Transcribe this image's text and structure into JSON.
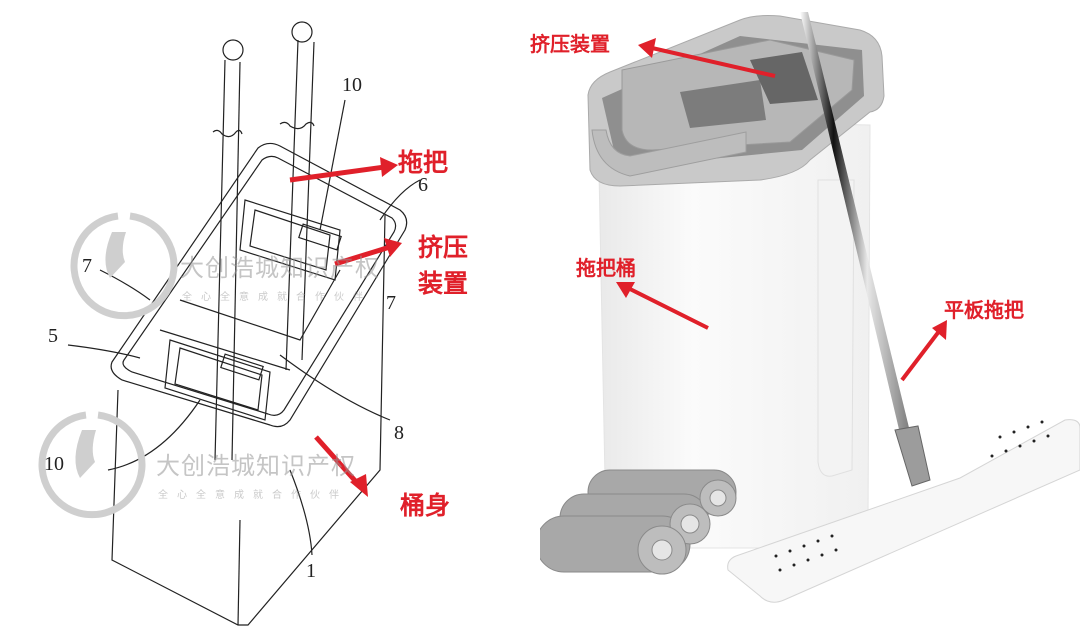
{
  "left_diagram": {
    "title": "patent-drawing",
    "part_numbers": {
      "handle_top": "10",
      "label_6": "6",
      "label_7_left": "7",
      "label_7_right": "7",
      "label_5": "5",
      "label_8": "8",
      "label_10_bottom": "10",
      "label_1": "1"
    },
    "annotations": {
      "mop": "拖把",
      "squeeze_line1": "挤压",
      "squeeze_line2": "装置",
      "bucket_body": "桶身"
    },
    "watermarks": [
      {
        "title": "大创浩城知识产权",
        "subtitle": "全心全意成就合作伙伴"
      },
      {
        "title": "大创浩城知识产权",
        "subtitle": "全心全意成就合作伙伴"
      }
    ]
  },
  "right_photo": {
    "annotations": {
      "squeeze_device": "挤压装置",
      "mop_bucket": "拖把桶",
      "flat_mop": "平板拖把"
    }
  },
  "colors": {
    "annotation_red": "#e0202a",
    "bucket_gray": "#c8c8c8",
    "bucket_white": "#f6f6f6",
    "pad_gray": "#a9a9a9",
    "watermark_gray": "#c4c4c4"
  }
}
